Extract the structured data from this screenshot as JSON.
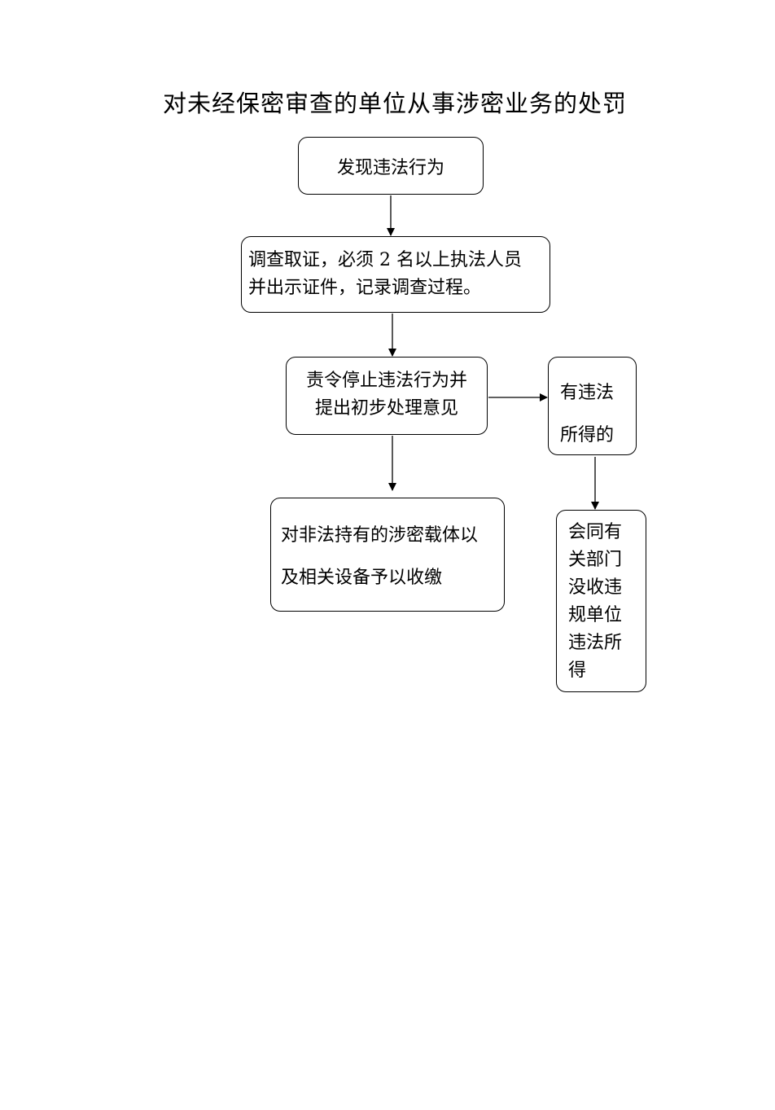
{
  "title": "对未经保密审查的单位从事涉密业务的处罚",
  "nodes": {
    "discover": "发现违法行为",
    "investigate": "调查取证，必须 2 名以上执法人员\n并出示证件，记录调查过程。",
    "order": "责令停止违法行为并\n提出初步处理意见",
    "illegal_gains": "有违法\n所得的",
    "confiscate_carriers": "对非法持有的涉密载体以\n及相关设备予以收缴",
    "confiscate_gains": "会同有\n关部门\n没收违\n规单位\n违法所\n得"
  },
  "colors": {
    "line": "#000000",
    "background": "#ffffff"
  }
}
